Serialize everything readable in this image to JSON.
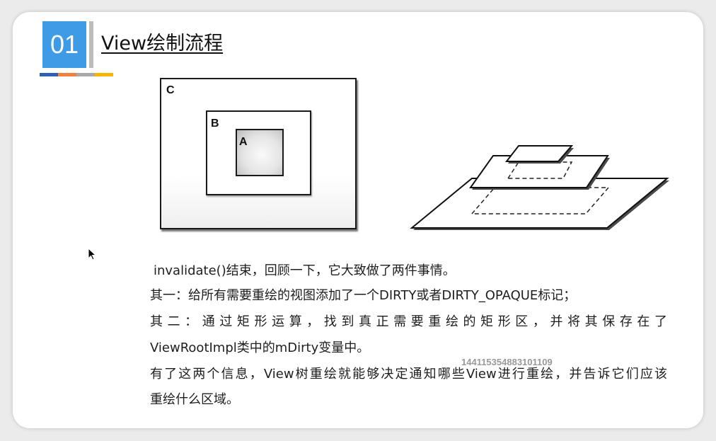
{
  "header": {
    "number": "01",
    "title": "View绘制流程"
  },
  "colors": {
    "number_box": "#3f9be6",
    "stripe": [
      "#2f5fb4",
      "#f0803c",
      "#a9a9a9",
      "#f5b700"
    ]
  },
  "diagram_nested": {
    "labels": {
      "outer": "C",
      "middle": "B",
      "inner": "A"
    }
  },
  "body": {
    "line1": "invalidate()结束，回顾一下，它大致做了两件事情。",
    "line2": "其一：给所有需要重绘的视图添加了一个DIRTY或者DIRTY_OPAQUE标记；",
    "line3": "其二：通过矩形运算，找到真正需要重绘的矩形区，并将其保存在了",
    "line4": "ViewRootImpl类中的mDirty变量中。",
    "line5": "有了这两个信息，View树重绘就能够决定通知哪些View进行重绘，并告诉它们应该",
    "line6": "重绘什么区域。"
  },
  "watermark": "144115354883101109",
  "icons": {
    "cursor": "mouse-pointer-icon"
  }
}
